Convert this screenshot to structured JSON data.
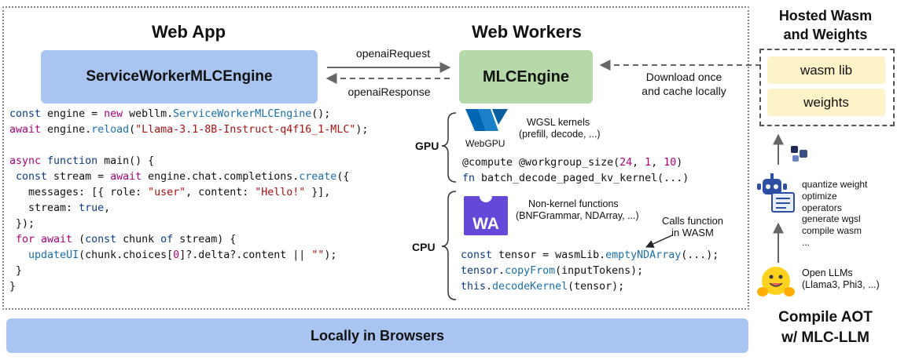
{
  "web_app": {
    "title": "Web App",
    "engine_box": "ServiceWorkerMLCEngine",
    "code": [
      [
        [
          "var",
          "const"
        ],
        [
          "plain",
          " engine = "
        ],
        [
          "kw",
          "new"
        ],
        [
          "plain",
          " webllm."
        ],
        [
          "fn",
          "ServiceWorkerMLCEngine"
        ],
        [
          "plain",
          "();"
        ]
      ],
      [
        [
          "kw",
          "await"
        ],
        [
          "plain",
          " engine."
        ],
        [
          "fn",
          "reload"
        ],
        [
          "plain",
          "("
        ],
        [
          "str",
          "\"Llama-3.1-8B-Instruct-q4f16_1-MLC\""
        ],
        [
          "plain",
          ");"
        ]
      ],
      [
        [
          "plain",
          ""
        ]
      ],
      [
        [
          "kw",
          "async"
        ],
        [
          "plain",
          " "
        ],
        [
          "var",
          "function"
        ],
        [
          "plain",
          " main() {"
        ]
      ],
      [
        [
          "plain",
          " "
        ],
        [
          "var",
          "const"
        ],
        [
          "plain",
          " stream = "
        ],
        [
          "kw",
          "await"
        ],
        [
          "plain",
          " engine.chat.completions."
        ],
        [
          "fn",
          "create"
        ],
        [
          "plain",
          "({"
        ]
      ],
      [
        [
          "plain",
          "   messages: [{ role: "
        ],
        [
          "str",
          "\"user\""
        ],
        [
          "plain",
          ", content: "
        ],
        [
          "str",
          "\"Hello!\""
        ],
        [
          "plain",
          " }],"
        ]
      ],
      [
        [
          "plain",
          "   stream: "
        ],
        [
          "var",
          "true"
        ],
        [
          "plain",
          ","
        ]
      ],
      [
        [
          "plain",
          " });"
        ]
      ],
      [
        [
          "plain",
          " "
        ],
        [
          "kw",
          "for await"
        ],
        [
          "plain",
          " ("
        ],
        [
          "var",
          "const"
        ],
        [
          "plain",
          " chunk "
        ],
        [
          "var",
          "of"
        ],
        [
          "plain",
          " stream) {"
        ]
      ],
      [
        [
          "plain",
          "   "
        ],
        [
          "fn",
          "updateUI"
        ],
        [
          "plain",
          "(chunk.choices["
        ],
        [
          "kw",
          "0"
        ],
        [
          "plain",
          "]?.delta?.content || "
        ],
        [
          "str",
          "\"\""
        ],
        [
          "plain",
          ");"
        ]
      ],
      [
        [
          "plain",
          " }"
        ]
      ],
      [
        [
          "plain",
          "}"
        ]
      ]
    ]
  },
  "web_workers": {
    "title": "Web Workers",
    "engine_box": "MLCEngine",
    "request_label": "openaiRequest",
    "response_label": "openaiResponse",
    "download_label_1": "Download once",
    "download_label_2": "and cache locally",
    "gpu": {
      "label": "GPU",
      "logo_text": "WebGPU",
      "desc_1": "WGSL kernels",
      "desc_2": "(prefill, decode, ...)",
      "code": [
        [
          [
            "plain",
            "@compute @workgroup_size("
          ],
          [
            "kw",
            "24"
          ],
          [
            "plain",
            ", "
          ],
          [
            "kw",
            "1"
          ],
          [
            "plain",
            ", "
          ],
          [
            "kw",
            "10"
          ],
          [
            "plain",
            ")"
          ]
        ],
        [
          [
            "var",
            "fn"
          ],
          [
            "plain",
            " batch_decode_paged_kv_kernel(...)"
          ]
        ]
      ]
    },
    "cpu": {
      "label": "CPU",
      "logo_text": "WA",
      "desc_1": "Non-kernel functions",
      "desc_2": "(BNFGrammar, NDArray, ...)",
      "annotation_1": "Calls function",
      "annotation_2": "in WASM",
      "code": [
        [
          [
            "var",
            "const"
          ],
          [
            "plain",
            " tensor = wasmLib."
          ],
          [
            "fn",
            "emptyNDArray"
          ],
          [
            "plain",
            "(...);"
          ]
        ],
        [
          [
            "var",
            "tensor"
          ],
          [
            "plain",
            "."
          ],
          [
            "fn",
            "copyFrom"
          ],
          [
            "plain",
            "(inputTokens);"
          ]
        ],
        [
          [
            "var",
            "this"
          ],
          [
            "plain",
            "."
          ],
          [
            "fn",
            "decodeKernel"
          ],
          [
            "plain",
            "(tensor);"
          ]
        ]
      ]
    }
  },
  "hosted": {
    "title_1": "Hosted Wasm",
    "title_2": "and Weights",
    "wasm_lib": "wasm lib",
    "weights": "weights"
  },
  "compile": {
    "steps": [
      "quantize weight",
      "optimize",
      "operators",
      "generate wgsl",
      "compile wasm",
      "..."
    ],
    "llm_1": "Open LLMs",
    "llm_2": "(Llama3, Phi3, ...)",
    "title_1": "Compile AOT",
    "title_2": "w/ MLC-LLM"
  },
  "browser_bar": "Locally in Browsers",
  "colors": {
    "blue_box": "#a9c4f0",
    "green_box": "#b5d9a8",
    "yellow_box": "#fdf3c8",
    "browser_bar": "#a9c4f0"
  }
}
